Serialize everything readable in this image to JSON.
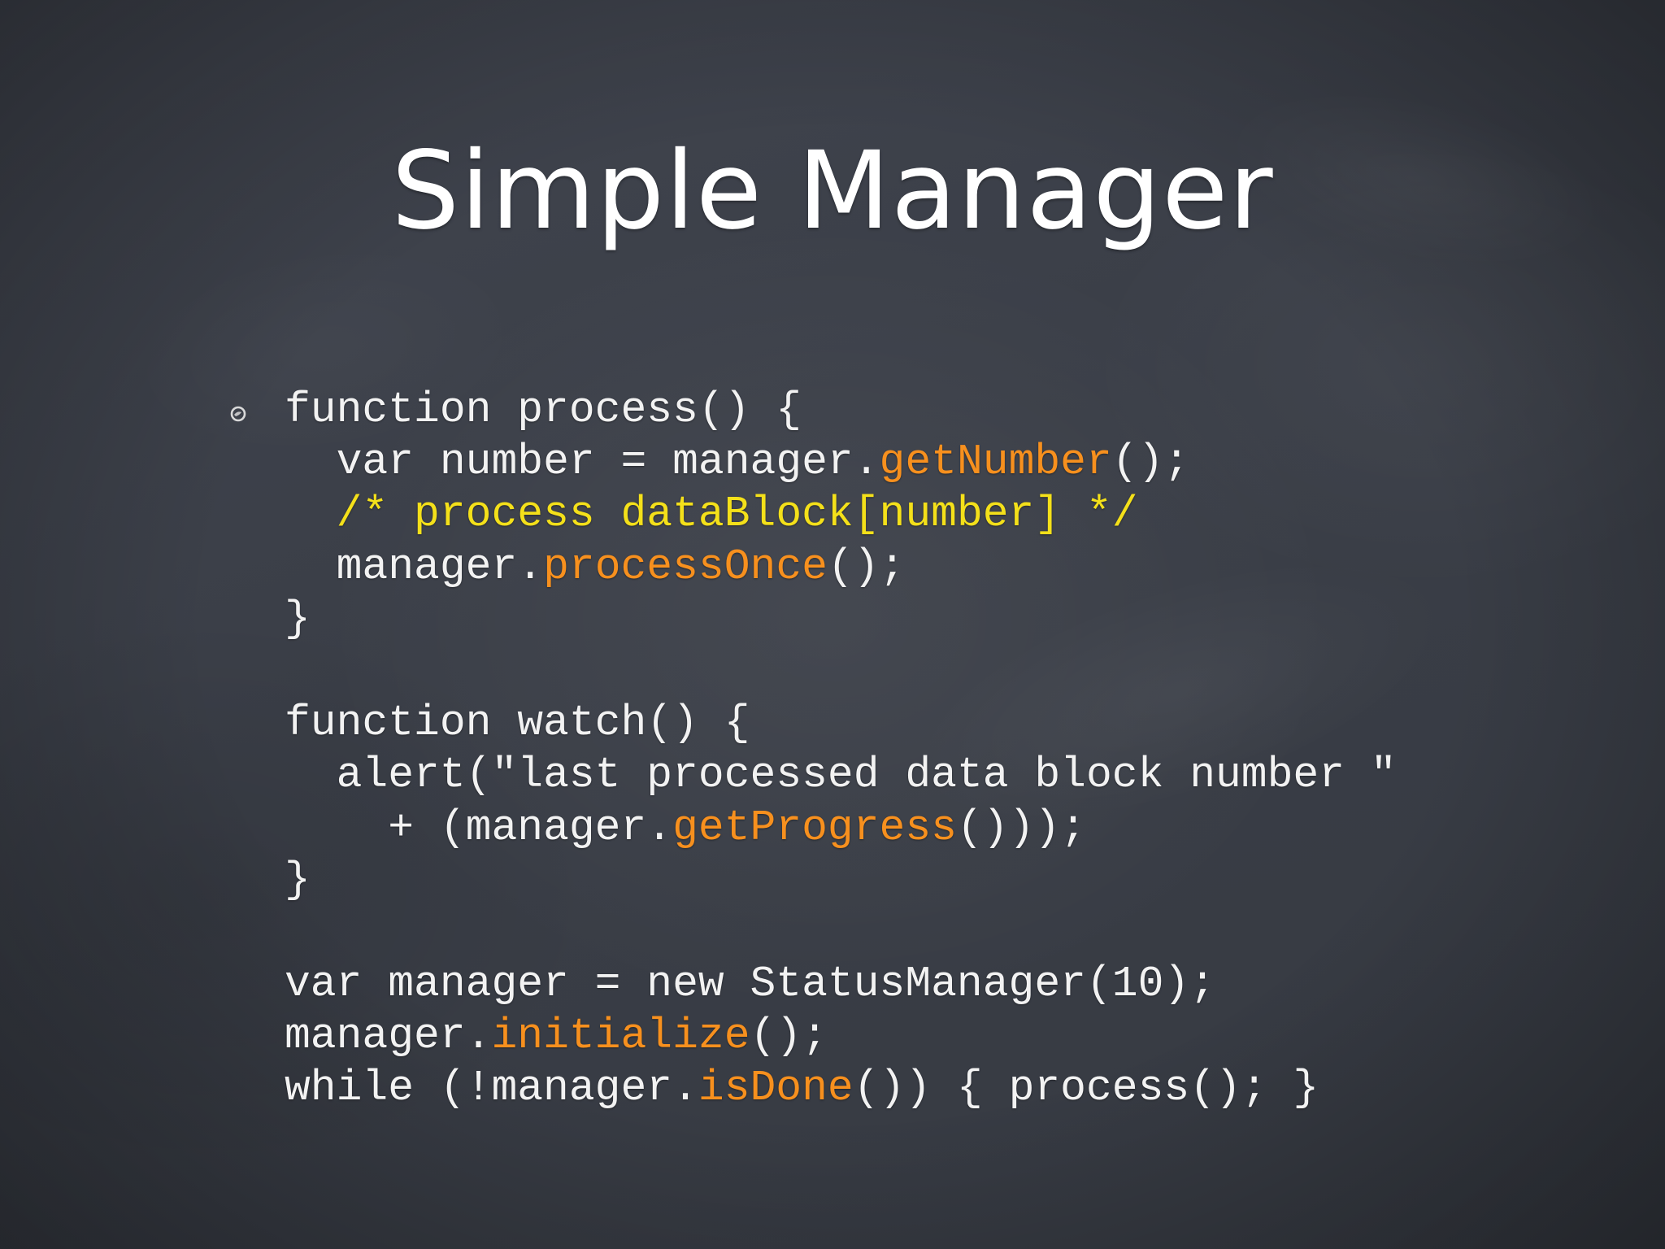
{
  "slide": {
    "title": "Simple Manager",
    "bullet_icon": "chalk-bullet-icon",
    "colors": {
      "background": "#3c4049",
      "text": "#f2f2f2",
      "method": "#f7901e",
      "comment": "#f4e01a"
    },
    "code_lines": [
      {
        "indent": "",
        "segments": [
          {
            "t": "function process() {",
            "k": "plain"
          }
        ]
      },
      {
        "indent": "  ",
        "segments": [
          {
            "t": "var number = manager.",
            "k": "plain"
          },
          {
            "t": "getNumber",
            "k": "method"
          },
          {
            "t": "();",
            "k": "plain"
          }
        ]
      },
      {
        "indent": "  ",
        "segments": [
          {
            "t": "/* process dataBlock[number] */",
            "k": "comment"
          }
        ]
      },
      {
        "indent": "  ",
        "segments": [
          {
            "t": "manager.",
            "k": "plain"
          },
          {
            "t": "processOnce",
            "k": "method"
          },
          {
            "t": "();",
            "k": "plain"
          }
        ]
      },
      {
        "indent": "",
        "segments": [
          {
            "t": "}",
            "k": "plain"
          }
        ]
      },
      {
        "indent": "",
        "segments": []
      },
      {
        "indent": "",
        "segments": [
          {
            "t": "function watch() {",
            "k": "plain"
          }
        ]
      },
      {
        "indent": "  ",
        "segments": [
          {
            "t": "alert(\"last processed data block number \"",
            "k": "plain"
          }
        ]
      },
      {
        "indent": "    ",
        "segments": [
          {
            "t": "+ (manager.",
            "k": "plain"
          },
          {
            "t": "getProgress",
            "k": "method"
          },
          {
            "t": "()));",
            "k": "plain"
          }
        ]
      },
      {
        "indent": "",
        "segments": [
          {
            "t": "}",
            "k": "plain"
          }
        ]
      },
      {
        "indent": "",
        "segments": []
      },
      {
        "indent": "",
        "segments": [
          {
            "t": "var manager = new StatusManager(10);",
            "k": "plain"
          }
        ]
      },
      {
        "indent": "",
        "segments": [
          {
            "t": "manager.",
            "k": "plain"
          },
          {
            "t": "initialize",
            "k": "method"
          },
          {
            "t": "();",
            "k": "plain"
          }
        ]
      },
      {
        "indent": "",
        "segments": [
          {
            "t": "while (!manager.",
            "k": "plain"
          },
          {
            "t": "isDone",
            "k": "method"
          },
          {
            "t": "()) { process(); }",
            "k": "plain"
          }
        ]
      }
    ]
  }
}
